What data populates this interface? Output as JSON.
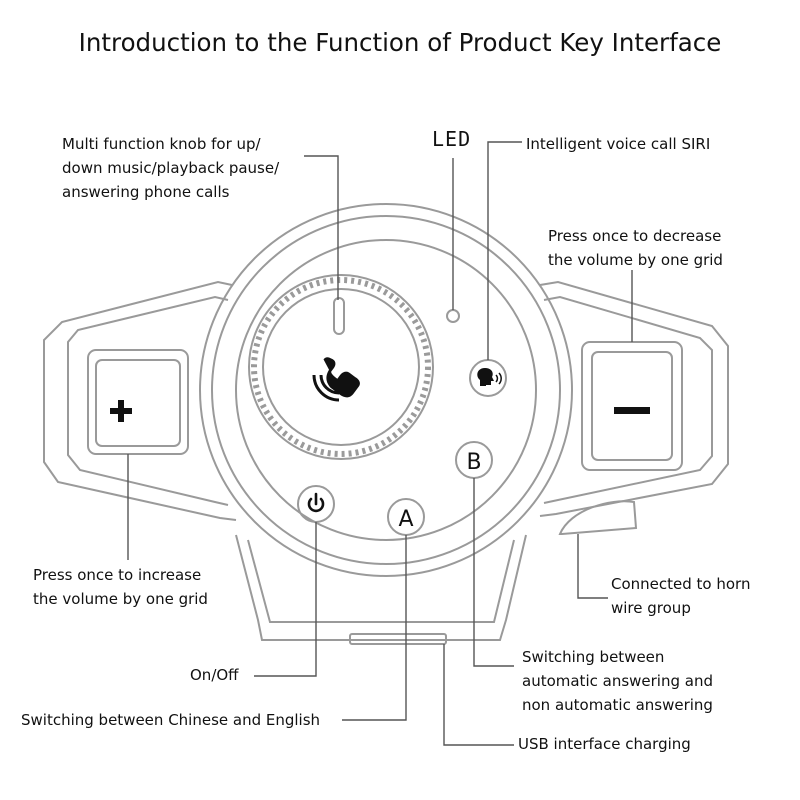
{
  "title": "Introduction to the Function of Product Key Interface",
  "led_tag": "LED",
  "callouts": {
    "knob": "Multi function knob for up/\ndown music/playback pause/\nanswering phone calls",
    "siri": "Intelligent voice call SIRI",
    "minus": "Press once to decrease\nthe volume by one grid",
    "plus": "Press once to increase\nthe volume by one grid",
    "horn": "Connected to horn\nwire group",
    "onoff": "On/Off",
    "b_button": "Switching between\nautomatic answering and\nnon automatic answering",
    "a_button": "Switching between Chinese and English",
    "usb": "USB interface charging"
  },
  "buttons": {
    "a": "A",
    "b": "B"
  },
  "icons": {
    "knob": "phone-call-icon",
    "siri": "voice-speaking-icon",
    "power": "power-icon",
    "plus": "plus-icon",
    "minus": "minus-icon"
  },
  "colors": {
    "outline": "#9a9a9a",
    "leader": "#666666",
    "text": "#111111"
  }
}
